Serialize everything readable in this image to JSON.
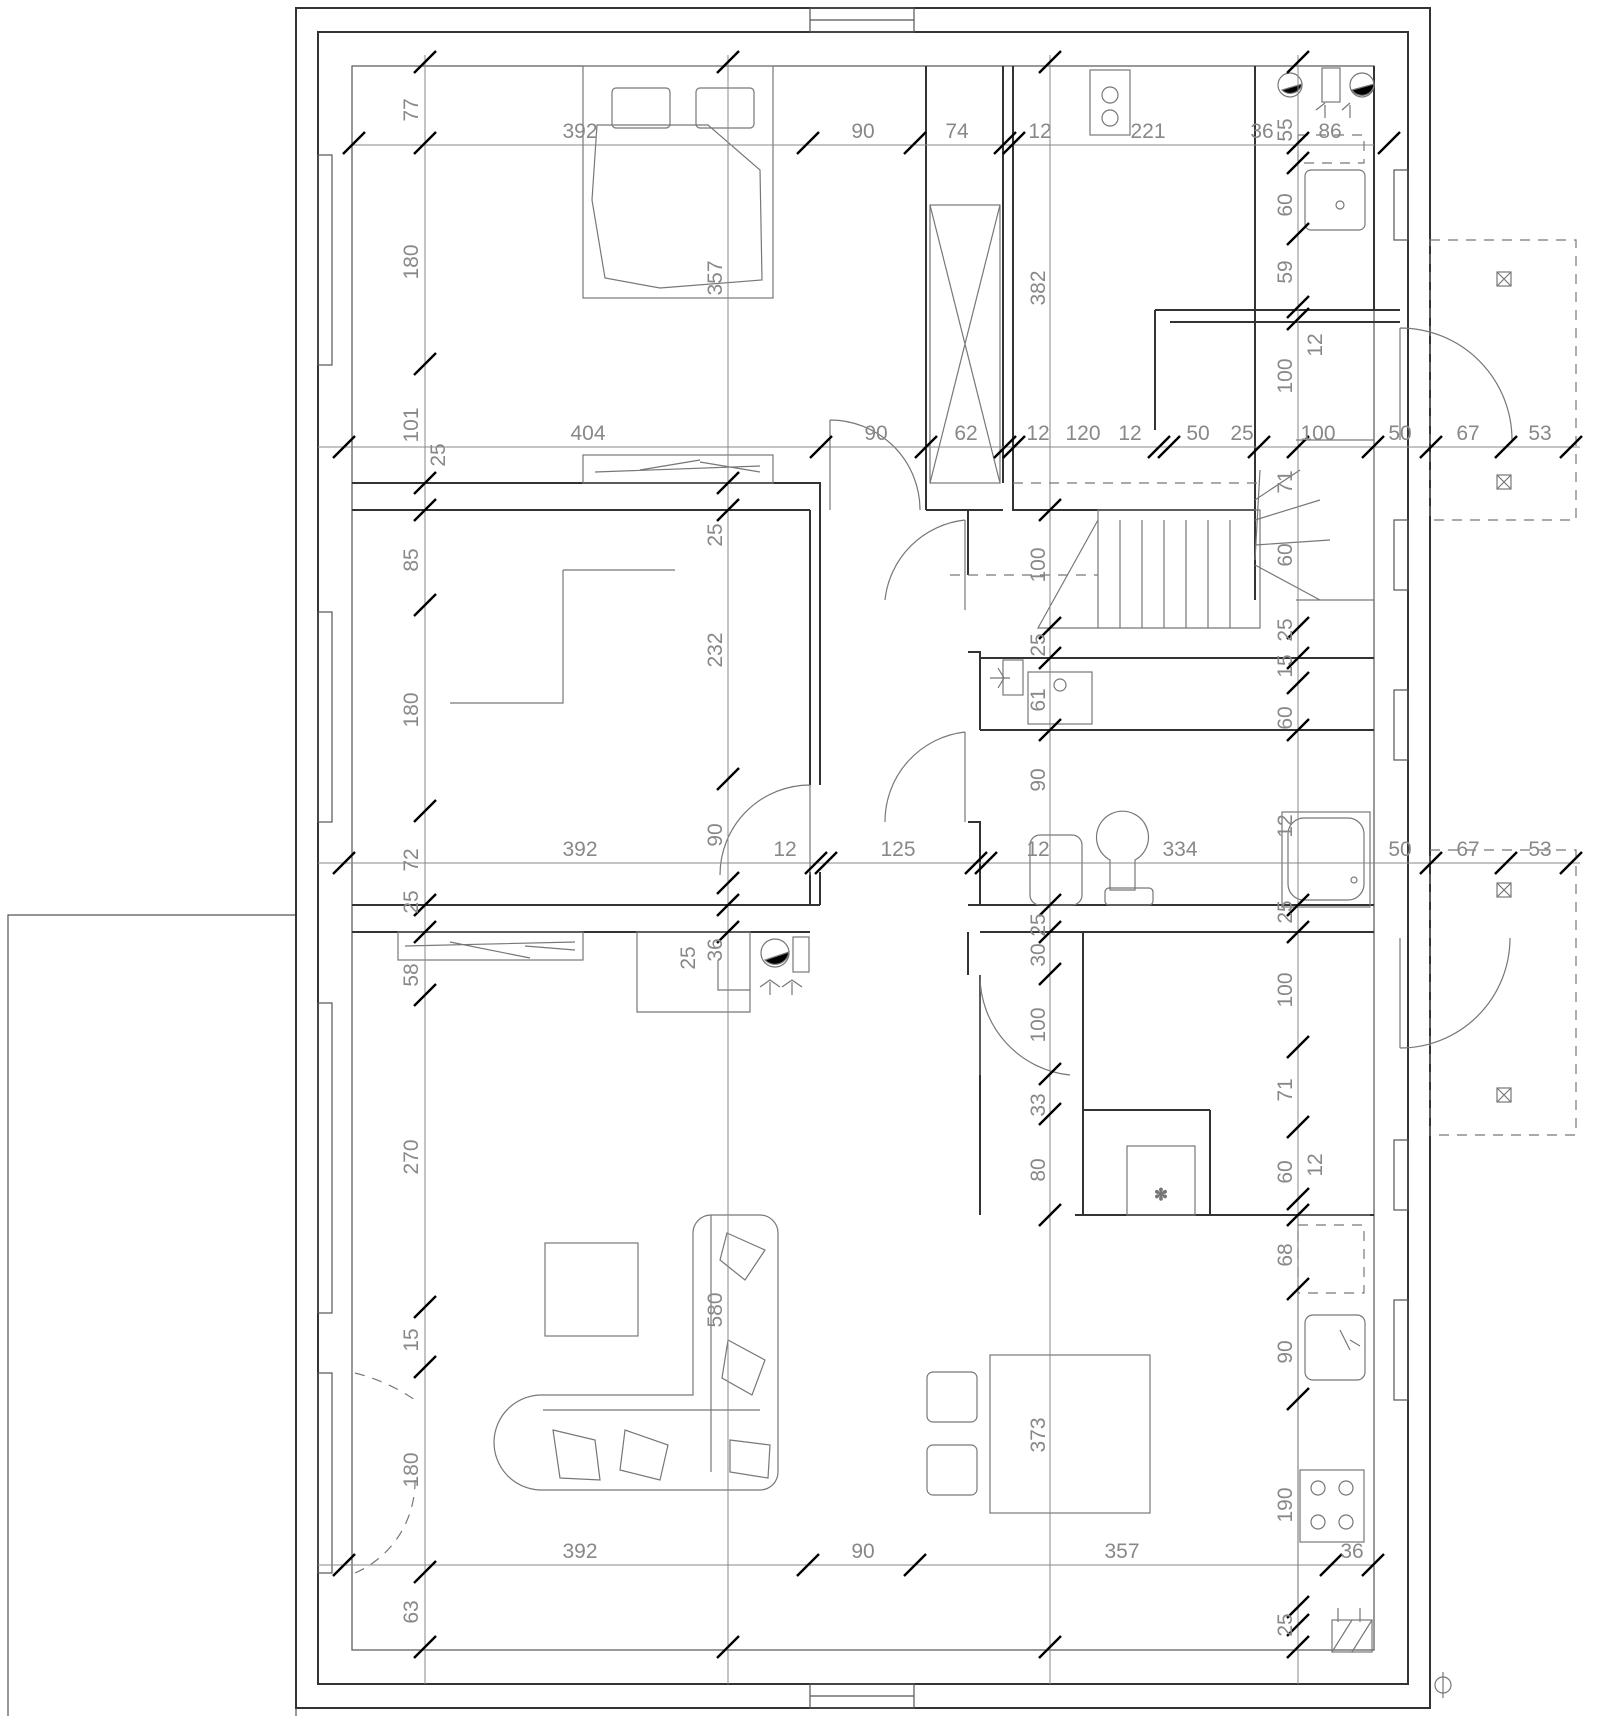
{
  "plan": {
    "dimensions_horizontal": [
      {
        "id": "h1",
        "text": "392"
      },
      {
        "id": "h2",
        "text": "90"
      },
      {
        "id": "h3",
        "text": "74"
      },
      {
        "id": "h4",
        "text": "12"
      },
      {
        "id": "h5",
        "text": "221"
      },
      {
        "id": "h6",
        "text": "36"
      },
      {
        "id": "h7",
        "text": "86"
      },
      {
        "id": "h8",
        "text": "404"
      },
      {
        "id": "h9",
        "text": "90"
      },
      {
        "id": "h10",
        "text": "62"
      },
      {
        "id": "h11",
        "text": "12"
      },
      {
        "id": "h12",
        "text": "120"
      },
      {
        "id": "h13",
        "text": "12"
      },
      {
        "id": "h14",
        "text": "50"
      },
      {
        "id": "h15",
        "text": "25"
      },
      {
        "id": "h16",
        "text": "100"
      },
      {
        "id": "h17",
        "text": "50"
      },
      {
        "id": "h18",
        "text": "67"
      },
      {
        "id": "h19",
        "text": "53"
      },
      {
        "id": "h20",
        "text": "392"
      },
      {
        "id": "h21",
        "text": "12"
      },
      {
        "id": "h22",
        "text": "125"
      },
      {
        "id": "h23",
        "text": "12"
      },
      {
        "id": "h24",
        "text": "334"
      },
      {
        "id": "h25",
        "text": "50"
      },
      {
        "id": "h26",
        "text": "67"
      },
      {
        "id": "h27",
        "text": "53"
      },
      {
        "id": "h28",
        "text": "392"
      },
      {
        "id": "h29",
        "text": "90"
      },
      {
        "id": "h30",
        "text": "357"
      },
      {
        "id": "h31",
        "text": "36"
      }
    ],
    "dimensions_vertical": [
      {
        "id": "v1",
        "text": "77"
      },
      {
        "id": "v2",
        "text": "180"
      },
      {
        "id": "v3",
        "text": "101"
      },
      {
        "id": "v4",
        "text": "25"
      },
      {
        "id": "v5",
        "text": "85"
      },
      {
        "id": "v6",
        "text": "180"
      },
      {
        "id": "v7",
        "text": "72"
      },
      {
        "id": "v8",
        "text": "25"
      },
      {
        "id": "v9",
        "text": "58"
      },
      {
        "id": "v10",
        "text": "270"
      },
      {
        "id": "v11",
        "text": "15"
      },
      {
        "id": "v12",
        "text": "180"
      },
      {
        "id": "v13",
        "text": "63"
      },
      {
        "id": "v14",
        "text": "357"
      },
      {
        "id": "v15",
        "text": "25"
      },
      {
        "id": "v16",
        "text": "232"
      },
      {
        "id": "v17",
        "text": "90"
      },
      {
        "id": "v18",
        "text": "25"
      },
      {
        "id": "v19",
        "text": "36"
      },
      {
        "id": "v20",
        "text": "580"
      },
      {
        "id": "v21",
        "text": "382"
      },
      {
        "id": "v22",
        "text": "100"
      },
      {
        "id": "v23",
        "text": "25"
      },
      {
        "id": "v24",
        "text": "61"
      },
      {
        "id": "v25",
        "text": "90"
      },
      {
        "id": "v26",
        "text": "25"
      },
      {
        "id": "v27",
        "text": "30"
      },
      {
        "id": "v28",
        "text": "100"
      },
      {
        "id": "v29",
        "text": "33"
      },
      {
        "id": "v30",
        "text": "80"
      },
      {
        "id": "v31",
        "text": "373"
      },
      {
        "id": "v32",
        "text": "55"
      },
      {
        "id": "v33",
        "text": "60"
      },
      {
        "id": "v34",
        "text": "59"
      },
      {
        "id": "v35",
        "text": "100"
      },
      {
        "id": "v36",
        "text": "71"
      },
      {
        "id": "v37",
        "text": "60"
      },
      {
        "id": "v38",
        "text": "25"
      },
      {
        "id": "v39",
        "text": "15"
      },
      {
        "id": "v40",
        "text": "60"
      },
      {
        "id": "v41",
        "text": "12"
      },
      {
        "id": "v42",
        "text": "25"
      },
      {
        "id": "v43",
        "text": "100"
      },
      {
        "id": "v44",
        "text": "71"
      },
      {
        "id": "v45",
        "text": "60"
      },
      {
        "id": "v46",
        "text": "68"
      },
      {
        "id": "v47",
        "text": "90"
      },
      {
        "id": "v48",
        "text": "190"
      },
      {
        "id": "v49",
        "text": "25"
      },
      {
        "id": "v50",
        "text": "12"
      },
      {
        "id": "v51",
        "text": "12"
      }
    ]
  }
}
